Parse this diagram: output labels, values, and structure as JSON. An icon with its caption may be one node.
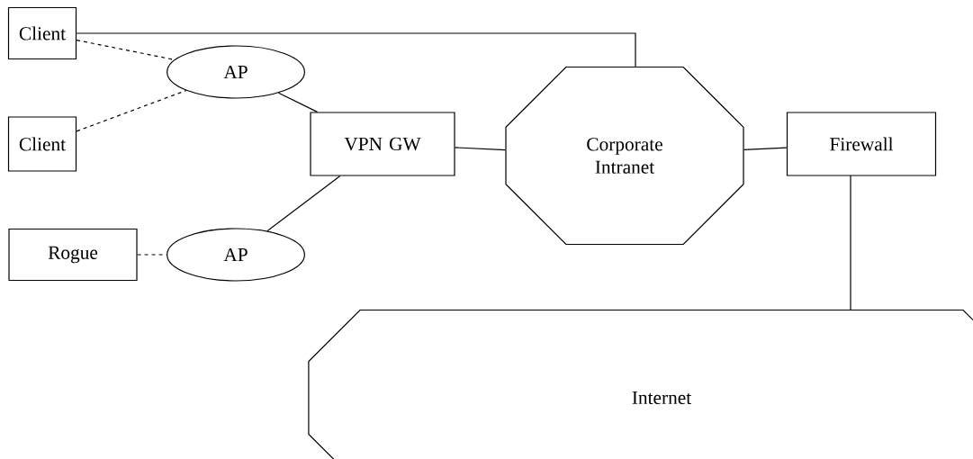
{
  "diagram": {
    "nodes": [
      {
        "text": [
          "Client"
        ]
      },
      {
        "text": [
          "AP"
        ]
      },
      {
        "text": [
          "Client"
        ]
      },
      {
        "text": [
          "VPN GW"
        ]
      },
      {
        "text": [
          "Corporate Intranet"
        ]
      },
      {
        "text": [
          "Firewall"
        ]
      },
      {
        "text": [
          "AP"
        ]
      },
      {
        "text": [
          "Rogue"
        ]
      },
      {
        "text": [
          "Internet"
        ]
      }
    ],
    "edges": [
      {
        "from": 0,
        "to": 1,
        "arrow": "none",
        "style": "dashed"
      },
      {
        "from": 2,
        "to": 1,
        "arrow": "none",
        "style": "dashed"
      },
      {
        "from": 1,
        "to": 3,
        "arrow": "none"
      },
      {
        "from": 0,
        "to": 4,
        "arrow": "none"
      },
      {
        "from": 3,
        "to": 4,
        "arrow": "none"
      },
      {
        "from": 4,
        "to": 5,
        "arrow": "none"
      },
      {
        "from": 3,
        "to": 6,
        "arrow": "none"
      },
      {
        "from": 7,
        "to": 6,
        "arrow": "none",
        "style": "dashed"
      },
      {
        "from": 5,
        "to": 8,
        "arrow": "none"
      }
    ]
  }
}
